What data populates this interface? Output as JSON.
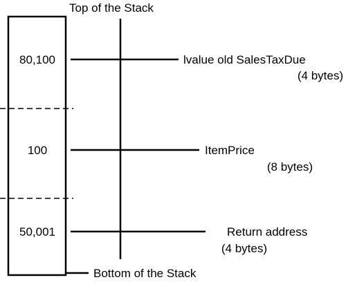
{
  "title_top": "Top of the Stack",
  "title_bottom": "Bottom of the Stack",
  "slots": [
    {
      "value": "80,100",
      "label": "lvalue old SalesTaxDue",
      "size": "(4 bytes)"
    },
    {
      "value": "100",
      "label": "ItemPrice",
      "size": "(8 bytes)"
    },
    {
      "value": "50,001",
      "label": "Return address",
      "size": "(4 bytes)"
    }
  ],
  "colors": {
    "ink": "#000000",
    "background": "#ffffff"
  }
}
